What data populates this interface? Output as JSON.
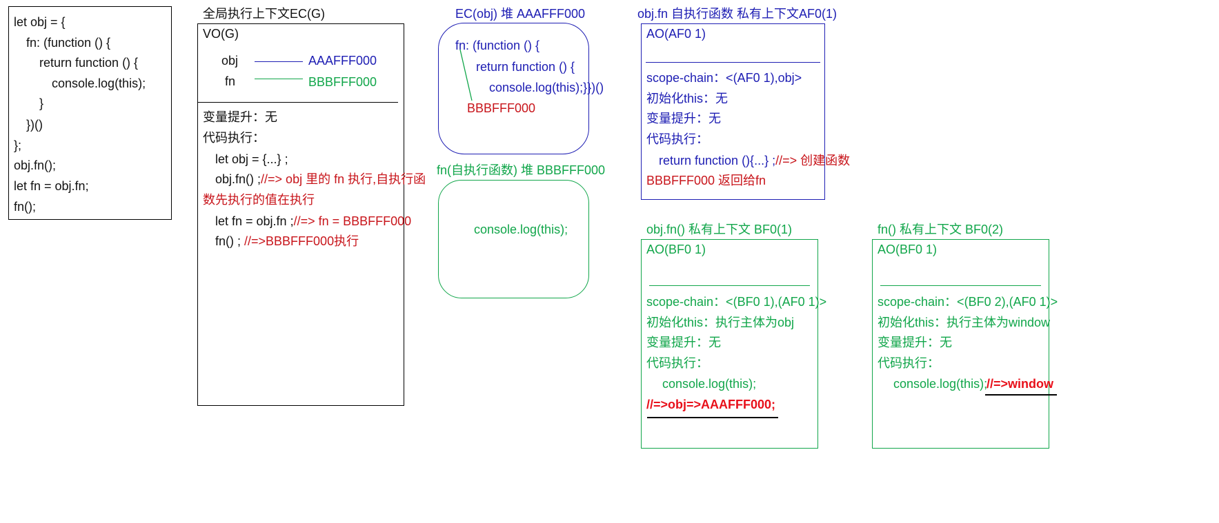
{
  "colors": {
    "blue": "#1d1db3",
    "green": "#11a64a",
    "red": "#c8151b",
    "bright_red": "#e8101a",
    "black": "#111111"
  },
  "code_box": {
    "lines": [
      "let obj = {",
      "fn: (function () {",
      "return function () {",
      "console.log(this);",
      "}",
      "})()",
      "};",
      "obj.fn();",
      "let fn = obj.fn;",
      "fn();"
    ]
  },
  "global": {
    "title": "全局执行上下文EC(G)",
    "vo": "VO(G)",
    "vars": [
      {
        "name": "obj",
        "value": "AAAFFF000"
      },
      {
        "name": "fn",
        "value": "BBBFFF000"
      }
    ],
    "hoist": "变量提升：无",
    "exec_label": "代码执行：",
    "exec1": "let obj = {...} ;",
    "exec2_code": "obj.fn() ;",
    "exec2_comment_a": "//=> obj 里的 fn 执行,自执行函",
    "exec2_comment_b": "数先执行的值在执行",
    "exec3_code": "let fn = obj.fn ;",
    "exec3_comment": "//=> fn = BBBFFF000",
    "exec4_code": "fn() ; ",
    "exec4_comment": "//=>BBBFFF000执行"
  },
  "heap_obj": {
    "title": "EC(obj) 堆 AAAFFF000",
    "line1": "fn: (function () {",
    "line2": "return function () {",
    "line3": "console.log(this);}})()",
    "ref": "BBBFFF000"
  },
  "heap_fn": {
    "title": "fn(自执行函数) 堆 BBBFFF000",
    "body": "console.log(this);"
  },
  "af0": {
    "title": "obj.fn 自执行函数 私有上下文AF0(1)",
    "ao": "AO(AF0 1)",
    "scope": "scope-chain：<(AF0 1),obj>",
    "this": "初始化this：无",
    "hoist": "变量提升：无",
    "exec_label": "代码执行：",
    "exec_code": "return function (){...} ;",
    "exec_comment": "//=> 创建函数",
    "ret": "BBBFFF000 返回给fn"
  },
  "bf01": {
    "title": "obj.fn()  私有上下文 BF0(1)",
    "ao": "AO(BF0 1)",
    "scope": "scope-chain：<(BF0 1),(AF0 1)>",
    "this": "初始化this：执行主体为obj",
    "hoist": "变量提升：无",
    "exec_label": "代码执行：",
    "exec_code": "console.log(this);",
    "result": "//=>obj=>AAAFFF000;"
  },
  "bf02": {
    "title": "fn()  私有上下文 BF0(2)",
    "ao": "AO(BF0 1)",
    "scope": "scope-chain：<(BF0 2),(AF0 1)>",
    "this": "初始化this：执行主体为window",
    "hoist": "变量提升：无",
    "exec_label": "代码执行：",
    "exec_code": "console.log(this);",
    "result": "//=>window"
  }
}
